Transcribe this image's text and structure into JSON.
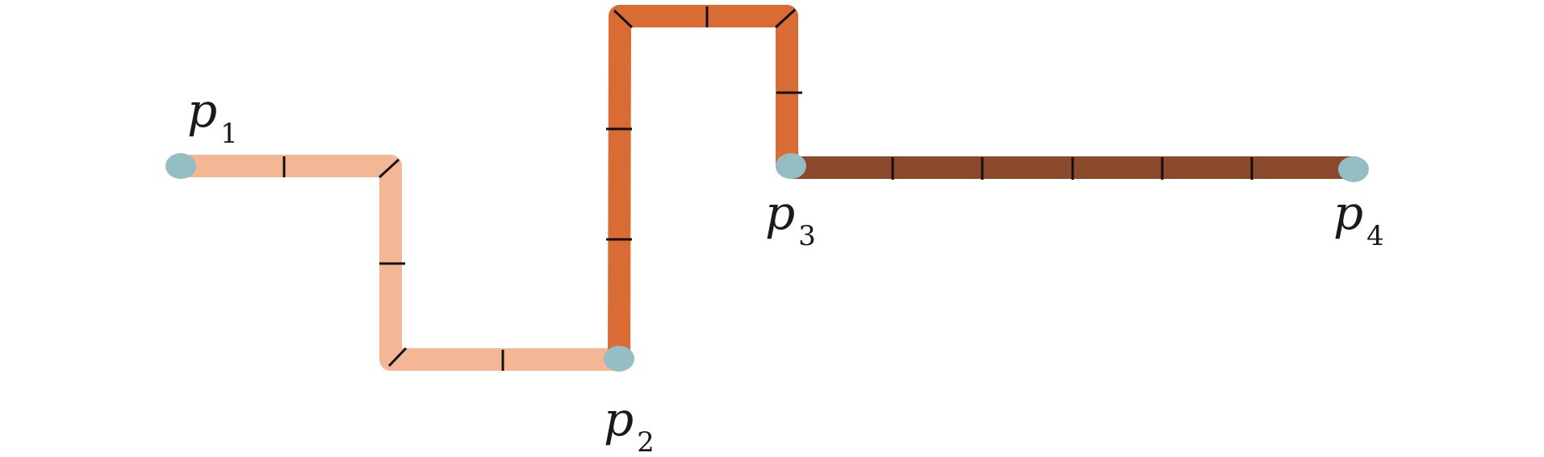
{
  "colors": {
    "segment_1": "#F3B795",
    "segment_2": "#D96B35",
    "segment_3": "#8B4A2C",
    "point": "#94BEC4",
    "tick": "#111111",
    "background": "#FFFFFF"
  },
  "points": [
    {
      "letter": "p",
      "index": "1"
    },
    {
      "letter": "p",
      "index": "2"
    },
    {
      "letter": "p",
      "index": "3"
    },
    {
      "letter": "p",
      "index": "4"
    }
  ]
}
